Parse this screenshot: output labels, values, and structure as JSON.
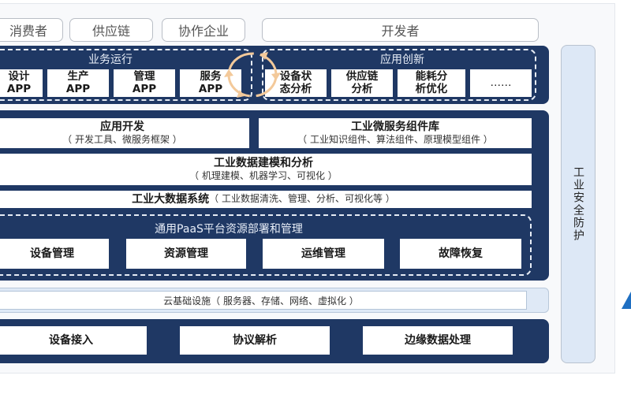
{
  "diagram": {
    "users": {
      "consumer": "消费者",
      "supply_chain": "供应链",
      "partner": "协作企业",
      "developer": "开发者"
    },
    "business_operation": {
      "title": "业务运行",
      "apps": [
        {
          "line1": "设计",
          "line2": "APP"
        },
        {
          "line1": "生产",
          "line2": "APP"
        },
        {
          "line1": "管理",
          "line2": "APP"
        },
        {
          "line1": "服务",
          "line2": "APP"
        }
      ]
    },
    "app_innovation": {
      "title": "应用创新",
      "apps": [
        {
          "line1": "设备状",
          "line2": "态分析"
        },
        {
          "line1": "供应链",
          "line2": "分析"
        },
        {
          "line1": "能耗分",
          "line2": "析优化"
        },
        {
          "line1": "…… ",
          "line2": ""
        }
      ]
    },
    "platform": {
      "app_dev": {
        "title": "应用开发",
        "sub": "（ 开发工具、微服务框架 ）"
      },
      "microservice": {
        "title": "工业微服务组件库",
        "sub": "（ 工业知识组件、算法组件、原理模型组件 ）"
      },
      "modeling": {
        "title": "工业数据建模和分析",
        "sub": "（ 机理建模、机器学习、可视化 ）"
      },
      "bigdata": {
        "title": "工业大数据系统",
        "sub": "（ 工业数据清洗、管理、分析、可视化等 ）"
      },
      "paas": {
        "title": "通用PaaS平台资源部署和管理",
        "items": [
          "设备管理",
          "资源管理",
          "运维管理",
          "故障恢复"
        ]
      }
    },
    "cloud": "云基础设施（ 服务器、存储、网络、虚拟化 ）",
    "edge": {
      "items": [
        "设备接入",
        "协议解析",
        "边缘数据处理"
      ]
    },
    "security": "工业安全防护",
    "colors": {
      "navy": "#1f3864",
      "security_bg": "#dde8f6",
      "cycle_arrow": "#f3c99a",
      "triangle": "#1f6fc2"
    }
  }
}
